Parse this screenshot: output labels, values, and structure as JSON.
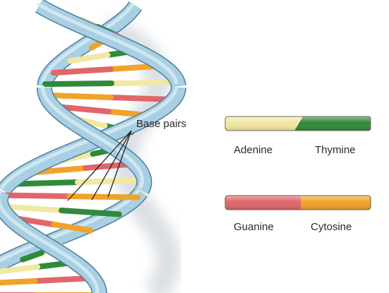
{
  "callout": {
    "label": "Base pairs"
  },
  "legend": {
    "pairs": [
      {
        "left_label": "Adenine",
        "right_label": "Thymine",
        "left_color": "#f2e8a4",
        "right_color": "#2f8a3a"
      },
      {
        "left_label": "Guanine",
        "right_label": "Cytosine",
        "left_color": "#e0666a",
        "right_color": "#f0a32a"
      }
    ]
  },
  "colors": {
    "backbone": "#a9cfe2",
    "backbone_edge": "#4a7f9c",
    "shadow": "#d8dde2",
    "adenine": "#f2e8a4",
    "thymine": "#2f8a3a",
    "guanine": "#e0666a",
    "cytosine": "#f0a32a"
  }
}
